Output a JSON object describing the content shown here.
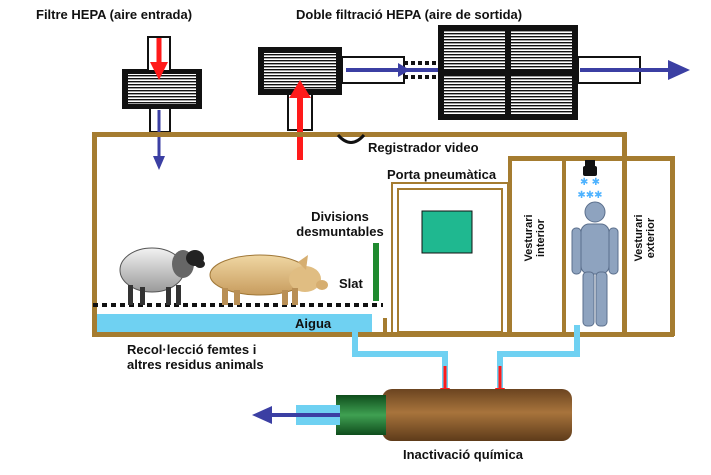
{
  "labels": {
    "hepa_in": "Filtre HEPA (aire entrada)",
    "hepa_out": "Doble filtració HEPA (aire de sortida)",
    "video": "Registrador video",
    "door": "Porta pneumàtica",
    "divisions": "Divisions\ndesmuntables",
    "slat": "Slat",
    "water": "Aigua",
    "waste": "Recol·lecció femtes i\naltres residus animals",
    "locker_in": "Vesturari\ninterior",
    "locker_out": "Vesturari\nexterior",
    "chemical": "Inactivació química"
  },
  "colors": {
    "wall": "#a57c30",
    "water": "#6fd1f2",
    "arrow_in": "#ff1a1a",
    "arrow_out": "#3b3fa3",
    "door_panel": "#1fb890",
    "drain_green": "#1f7a2f",
    "tank": "#8b5a2b",
    "person": "#8ea3bf"
  }
}
